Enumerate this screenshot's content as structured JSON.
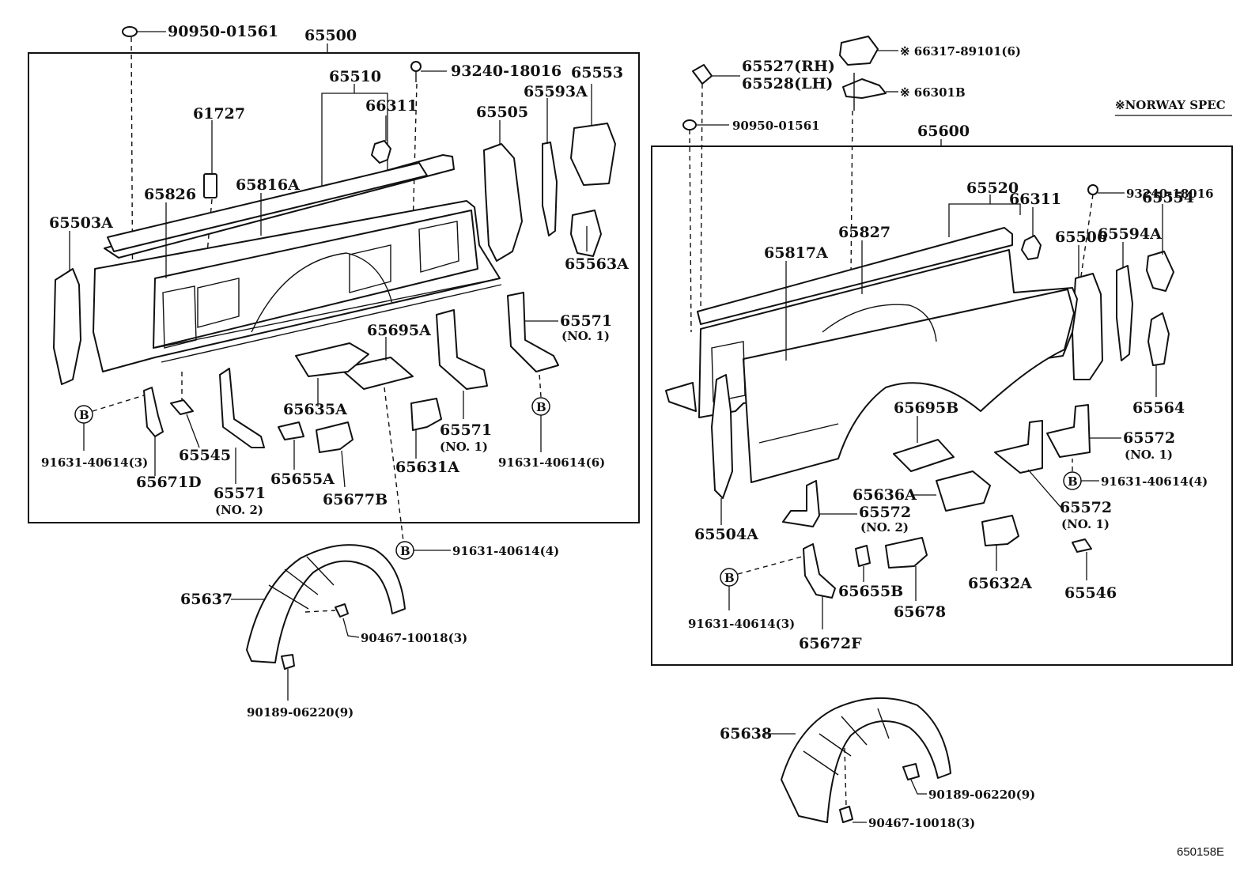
{
  "diagram": {
    "left_group": {
      "assembly": "65500",
      "labels": {
        "clip_top": "90950-01561",
        "screw_top": "93240-18016",
        "rail_group": "65510",
        "clip_66311": "66311",
        "cap_65553": "65553",
        "stake_65593A": "65593A",
        "pillar_65505": "65505",
        "patch_61727": "61727",
        "rail_65816A": "65816A",
        "panel_65826": "65826",
        "end_65503A": "65503A",
        "cap_65563A": "65563A",
        "brace_65695A": "65695A",
        "brace_65571_r": "65571",
        "brace_65571_r_sub": "(NO. 1)",
        "brace_65635A": "65635A",
        "brace_65571_m": "65571",
        "brace_65571_m_sub": "(NO. 1)",
        "callout_B1": "B",
        "bolt_91631_3": "91631-40614(3)",
        "bracket_65671D": "65671D",
        "plate_65545": "65545",
        "brace_65571_l": "65571",
        "brace_65571_l_sub": "(NO. 2)",
        "plate_65655A": "65655A",
        "plate_65677B": "65677B",
        "plate_65631A": "65631A",
        "callout_B2": "B",
        "bolt_91631_6": "91631-40614(6)"
      }
    },
    "left_fender": {
      "callout_B": "B",
      "bolt": "91631-40614(4)",
      "liner": "65637",
      "clip_a": "90467-10018(3)",
      "clip_b": "90189-06220(9)"
    },
    "right_top": {
      "cap_pair_rh": "65527(RH)",
      "cap_pair_lh": "65528(LH)",
      "cover": "※ 66317-89101(6)",
      "hook": "※ 66301B",
      "clip": "90950-01561",
      "note": "※NORWAY SPEC"
    },
    "right_group": {
      "assembly": "65600",
      "labels": {
        "rail_group": "65520",
        "screw": "93240-18016",
        "clip_66311": "66311",
        "cap_65554": "65554",
        "stake_65594A": "65594A",
        "pillar_65506": "65506",
        "panel_65827": "65827",
        "rail_65817A": "65817A",
        "corner_65564": "65564",
        "brace_65695B": "65695B",
        "brace_65572_r": "65572",
        "brace_65572_r_sub": "(NO. 1)",
        "callout_B1": "B",
        "bolt_91631_4": "91631-40614(4)",
        "brace_65636A": "65636A",
        "brace_65572_m": "65572",
        "brace_65572_m_sub": "(NO. 2)",
        "brace_65572_b": "65572",
        "brace_65572_b_sub": "(NO. 1)",
        "end_65504A": "65504A",
        "plate_65632A": "65632A",
        "plate_65546": "65546",
        "callout_B2": "B",
        "bolt_91631_3": "91631-40614(3)",
        "plate_65655B": "65655B",
        "plate_65678": "65678",
        "bracket_65672F": "65672F"
      }
    },
    "right_fender": {
      "liner": "65638",
      "clip_b": "90189-06220(9)",
      "clip_a": "90467-10018(3)"
    },
    "figure_code": "650158E"
  }
}
